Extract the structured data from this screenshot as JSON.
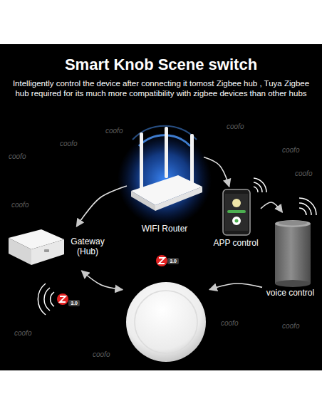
{
  "diagram": {
    "title": "Smart Knob Scene switch",
    "nodes": [
      {
        "text": [
          "Gateway (Hub)"
        ]
      },
      {
        "text": [
          "WIFI Router"
        ]
      },
      {
        "text": [
          "APP control"
        ]
      },
      {
        "text": [
          "voice control"
        ]
      },
      {
        "text": [
          "3.0"
        ]
      }
    ],
    "edges": [
      {
        "from": 1,
        "to": 0,
        "arrow": "to"
      },
      {
        "from": 1,
        "to": 2,
        "arrow": "to"
      },
      {
        "from": 2,
        "to": 3,
        "arrow": "to"
      },
      {
        "from": 3,
        "to": 4,
        "arrow": "to"
      },
      {
        "from": 4,
        "to": 0,
        "arrow": "both"
      }
    ],
    "labels": [
      "Intelligently control the device after connecting it tomost Zigbee hub , Tuya Zigbee hub required for its much more compatibility with zigbee devices than other hubs",
      "3.0",
      "coofo",
      "coofo",
      "coofo",
      "coofo",
      "coofo",
      "coofo",
      "coofo",
      "coofo",
      "coofo",
      "coofo",
      "coofo"
    ]
  }
}
